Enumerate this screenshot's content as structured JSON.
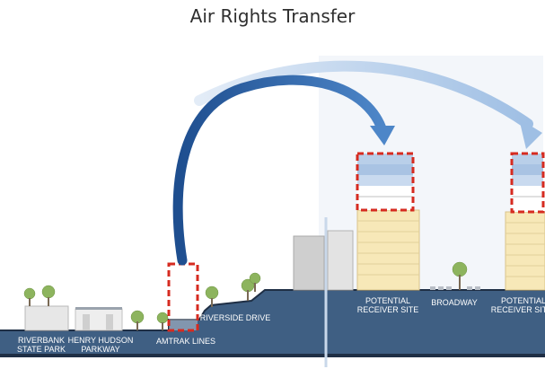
{
  "title": "Air Rights Transfer",
  "labels": {
    "riverbank_line1": "RIVERBANK",
    "riverbank_line2": "STATE PARK",
    "henry_line1": "HENRY HUDSON",
    "henry_line2": "PARKWAY",
    "amtrak": "AMTRAK LINES",
    "riverside": "RIVERSIDE DRIVE",
    "receiver1_line1": "POTENTIAL",
    "receiver1_line2": "RECEIVER SITE",
    "broadway": "BROADWAY",
    "receiver2_line1": "POTENTIAL",
    "receiver2_line2": "RECEIVER SITE"
  },
  "colors": {
    "ground": "#3f5f83",
    "ground_dark": "#1f2f45",
    "arrow_dark": "#2f63a6",
    "arrow_light": "#a8c4e6",
    "transfer_outline": "#d62b20",
    "tower_base": "#f7e8b8",
    "tower_upper": "#b9cfe9",
    "label_text": "#ffffff"
  }
}
